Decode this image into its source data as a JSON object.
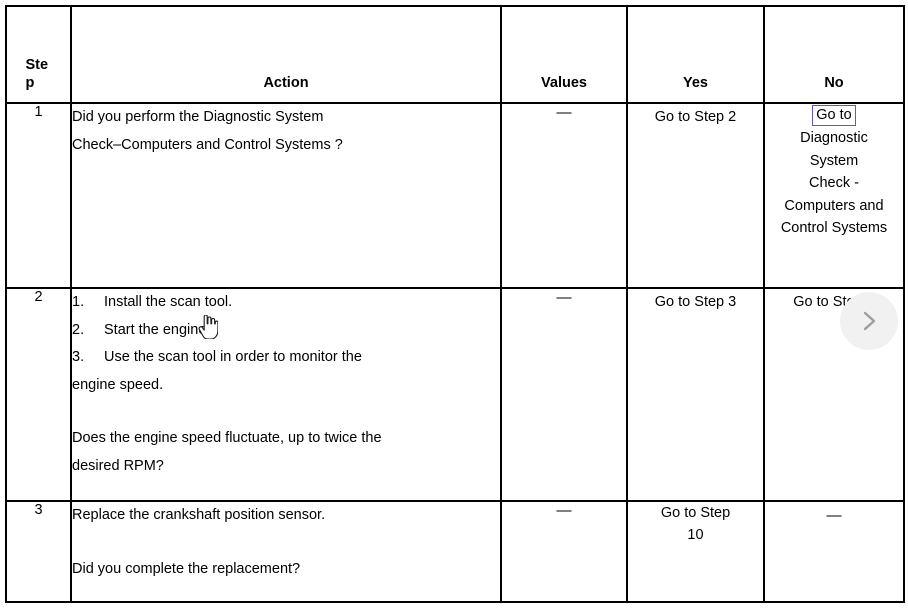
{
  "table": {
    "headers": {
      "step": "Step",
      "action": "Action",
      "values": "Values",
      "yes": "Yes",
      "no": "No"
    },
    "rows": [
      {
        "step": "1",
        "action_lines": [
          "Did you perform the Diagnostic System",
          "Check–Computers and Control Systems ?"
        ],
        "values": "—",
        "yes": "Go to Step 2",
        "no_link_label": "Go to",
        "no_lines": [
          "Diagnostic",
          "System",
          "Check -",
          "Computers and",
          "Control Systems"
        ]
      },
      {
        "step": "2",
        "list": [
          {
            "num": "1.",
            "text": "Install the scan tool."
          },
          {
            "num": "2.",
            "text": "Start the engine."
          },
          {
            "num": "3.",
            "text": "Use the scan tool in order to monitor the"
          }
        ],
        "list_continuation": "engine speed.",
        "question_lines": [
          " Does the engine speed fluctuate, up to twice the",
          "desired RPM?"
        ],
        "values": "—",
        "yes": "Go to Step 3",
        "no": "Go to Step 4"
      },
      {
        "step": "3",
        "action_lines": [
          "Replace the crankshaft position sensor.",
          "Did you complete the replacement?"
        ],
        "values": "—",
        "yes_lines": [
          "Go to Step",
          "10"
        ],
        "no": "—"
      }
    ]
  },
  "overlay": {
    "next_button": {
      "icon": "chevron-right-icon",
      "background_color": "#f1f1f1",
      "icon_color": "#9e9e9e"
    },
    "cursor": {
      "icon": "hand-pointer-cursor"
    },
    "link_outline_color": "#5a5ad0"
  }
}
